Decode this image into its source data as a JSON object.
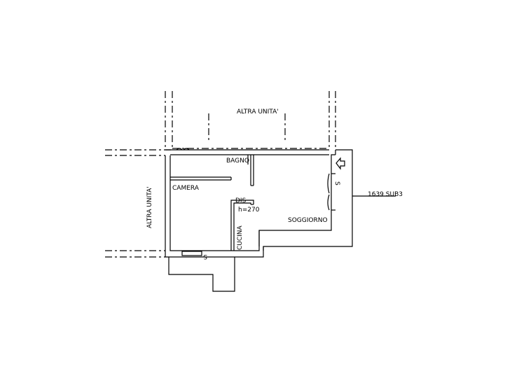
{
  "labels": {
    "other_unit_top": "ALTRA UNITA'",
    "other_unit_left": "ALTRA UNITA'",
    "bagno": "BAGNO",
    "camera": "CAMERA",
    "dis": "DIS",
    "height": "h=270",
    "cucina": "CUCINA",
    "soggiorno": "SOGGIORNO",
    "parcel": "1639 SUB3",
    "symbol_s_right": "S",
    "symbol_s_bottom": "S"
  }
}
